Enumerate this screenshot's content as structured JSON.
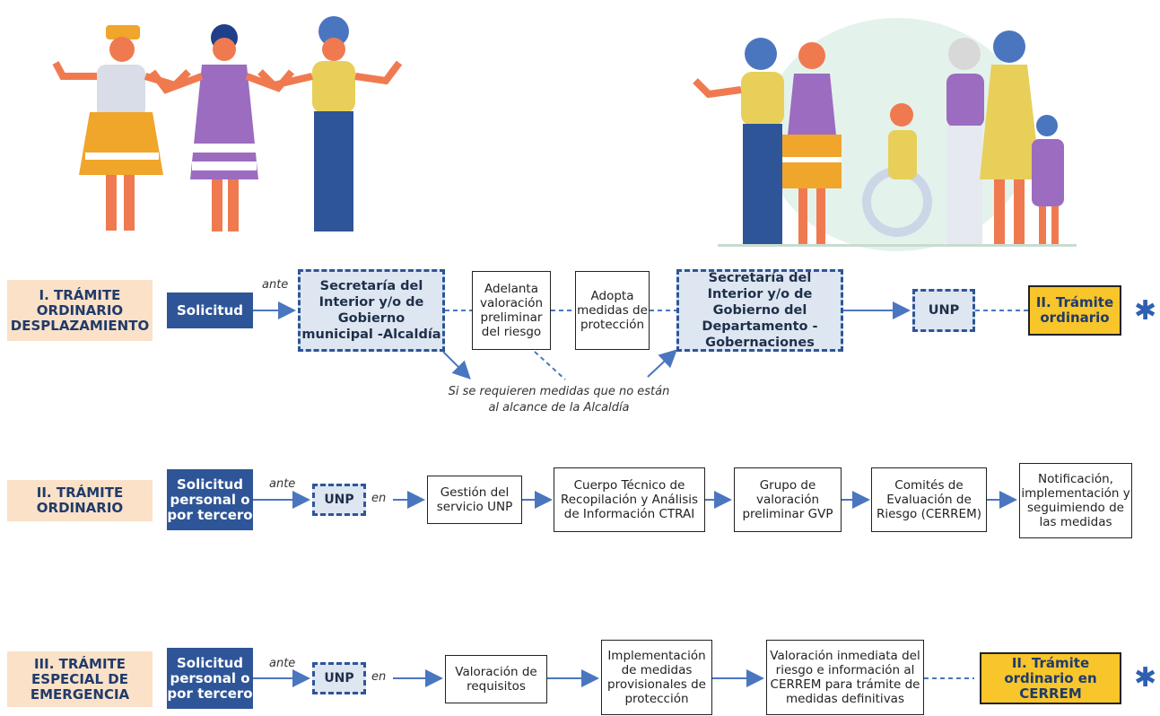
{
  "rows": [
    {
      "label": "I. TRÁMITE ORDINARIO DESPLAZAMIENTO",
      "request": "Solicitud",
      "ante": "ante",
      "alcaldia": "Secretaría del Interior y/o de Gobierno municipal -Alcaldía",
      "valoracion": "Adelanta valoración preliminar del riesgo",
      "medidas": "Adopta medidas de protección",
      "gobernaciones": "Secretaría del Interior y/o de Gobierno del Departamento - Gobernaciones",
      "unp": "UNP",
      "result": "II. Trámite ordinario",
      "note": "Si se requieren medidas que no están al alcance de la Alcaldía"
    },
    {
      "label": "II. TRÁMITE ORDINARIO",
      "request": "Solicitud personal o por tercero",
      "ante": "ante",
      "unp": "UNP",
      "en": "en",
      "steps": [
        "Gestión del servicio UNP",
        "Cuerpo Técnico de Recopilación y Análisis de Información CTRAI",
        "Grupo de valoración preliminar GVP",
        "Comités de Evaluación de Riesgo (CERREM)",
        "Notificación, implementación y seguimiendo de las medidas"
      ]
    },
    {
      "label": "III. TRÁMITE ESPECIAL DE EMERGENCIA",
      "request": "Solicitud personal o por tercero",
      "ante": "ante",
      "unp": "UNP",
      "en": "en",
      "steps": [
        "Valoración de requisitos",
        "Implementación de medidas provisionales de protección",
        "Valoración inmediata del riesgo e información al CERREM para trámite de medidas definitivas"
      ],
      "result": "II. Trámite ordinario en CERREM"
    }
  ],
  "colors": {
    "navy": "#2e5597",
    "peach": "#fbe1c8",
    "gold": "#f8c52a",
    "arrow": "#4a76c0"
  },
  "icons": [
    "asterisk-icon",
    "people-illustration"
  ]
}
